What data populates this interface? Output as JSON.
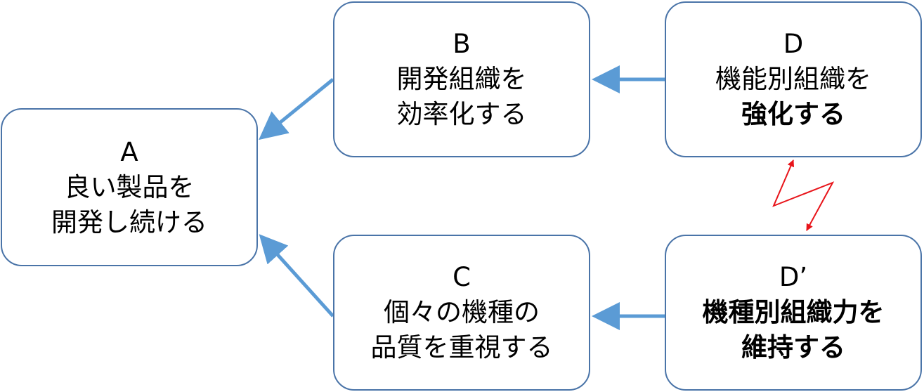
{
  "nodes": {
    "a": {
      "letter": "A",
      "line1": "良い製品を",
      "line2": "開発し続ける"
    },
    "b": {
      "letter": "B",
      "line1": "開発組織を",
      "line2": "効率化する"
    },
    "c": {
      "letter": "C",
      "line1": "個々の機種の",
      "line2": "品質を重視する"
    },
    "d": {
      "letter": "D",
      "line1": "機能別組織を",
      "line2": "強化する"
    },
    "d_prime": {
      "letter": "D’",
      "line1": "機種別組織力を",
      "line2": "維持する"
    }
  },
  "colors": {
    "node_border": "#4a74a8",
    "arrow": "#5b9bd5",
    "conflict": "#e8141a"
  }
}
